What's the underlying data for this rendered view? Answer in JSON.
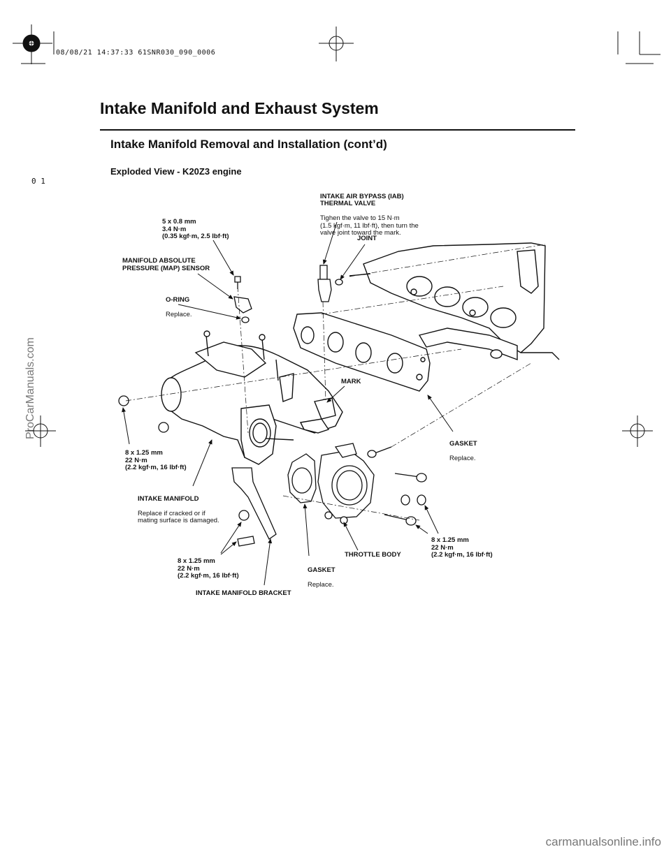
{
  "header": {
    "stamp": "08/08/21 14:37:33 61SNR030_090_0006",
    "page_title": "Intake Manifold and Exhaust System",
    "section_title": "Intake Manifold Removal and Installation (cont’d)",
    "subtitle": "Exploded View - K20Z3 engine",
    "side_mark": "0 1"
  },
  "labels": {
    "iab_title": "INTAKE AIR BYPASS (IAB)\nTHERMAL VALVE",
    "iab_note": "Tighen the valve to 15 N·m\n(1.5 kgf·m, 11 lbf·ft), then turn the\nvalve joint toward the mark.",
    "bolt_small": "5 x 0.8 mm\n3.4 N·m\n(0.35 kgf·m, 2.5 lbf·ft)",
    "joint": "JOINT",
    "map_sensor": "MANIFOLD ABSOLUTE\nPRESSURE (MAP) SENSOR",
    "oring_title": "O-RING",
    "oring_note": "Replace.",
    "mark": "MARK",
    "gasket_right_title": "GASKET",
    "gasket_right_note": "Replace.",
    "nut_left": "8 x 1.25 mm\n22 N·m\n(2.2 kgf·m, 16 lbf·ft)",
    "intake_manifold_title": "INTAKE MANIFOLD",
    "intake_manifold_note": "Replace if cracked or if\nmating surface is damaged.",
    "bolt_right": "8 x 1.25 mm\n22 N·m\n(2.2 kgf·m, 16 lbf·ft)",
    "bolt_bracket": "8 x 1.25 mm\n22 N·m\n(2.2 kgf·m, 16 lbf·ft)",
    "throttle_body": "THROTTLE BODY",
    "gasket_tb_title": "GASKET",
    "gasket_tb_note": "Replace.",
    "bracket": "INTAKE MANIFOLD BRACKET"
  },
  "watermarks": {
    "left": "ProCarManuals.com",
    "bottom": "carmanualsonline.info"
  }
}
